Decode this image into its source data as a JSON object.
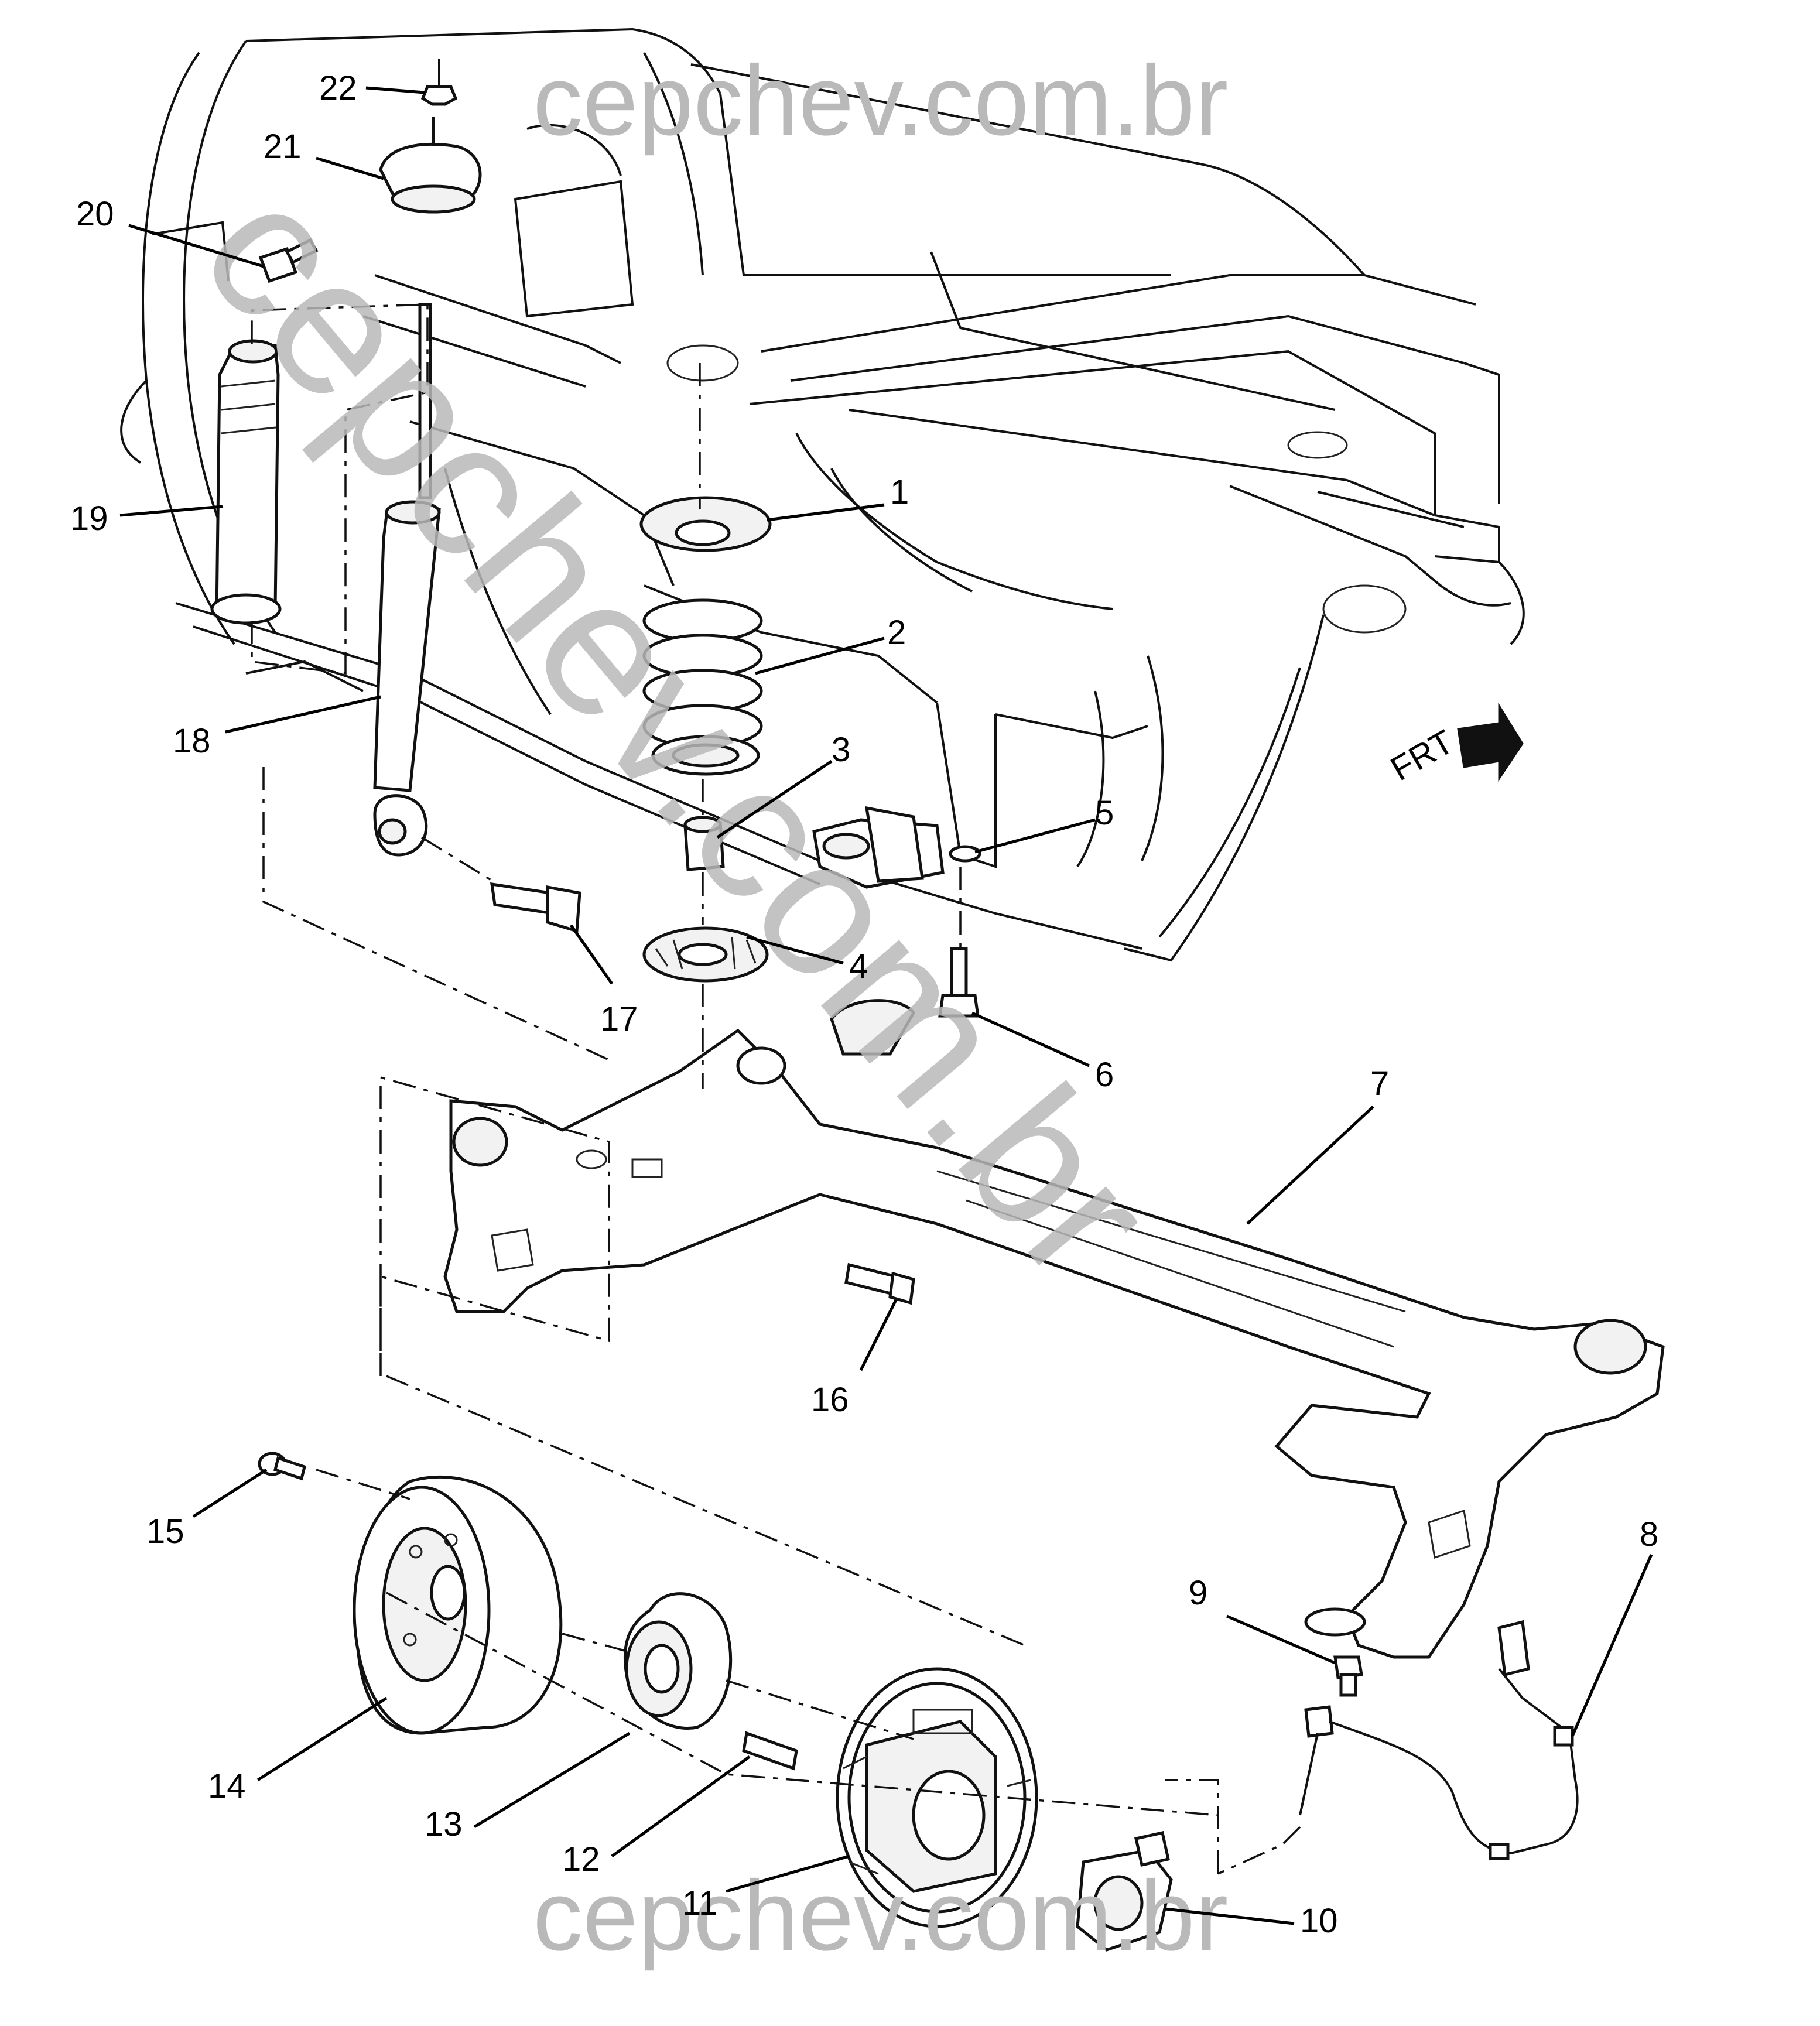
{
  "watermarks": {
    "top": "cepchev.com.br",
    "bottom": "cepchev.com.br",
    "diagonal": "cepchev.com.br"
  },
  "orientation_label": "FRT",
  "callouts": {
    "c1": "1",
    "c2": "2",
    "c3": "3",
    "c4": "4",
    "c5": "5",
    "c6": "6",
    "c7": "7",
    "c8": "8",
    "c9": "9",
    "c10": "10",
    "c11": "11",
    "c12": "12",
    "c13": "13",
    "c14": "14",
    "c15": "15",
    "c16": "16",
    "c17": "17",
    "c18": "18",
    "c19": "19",
    "c20": "20",
    "c21": "21",
    "c22": "22"
  }
}
